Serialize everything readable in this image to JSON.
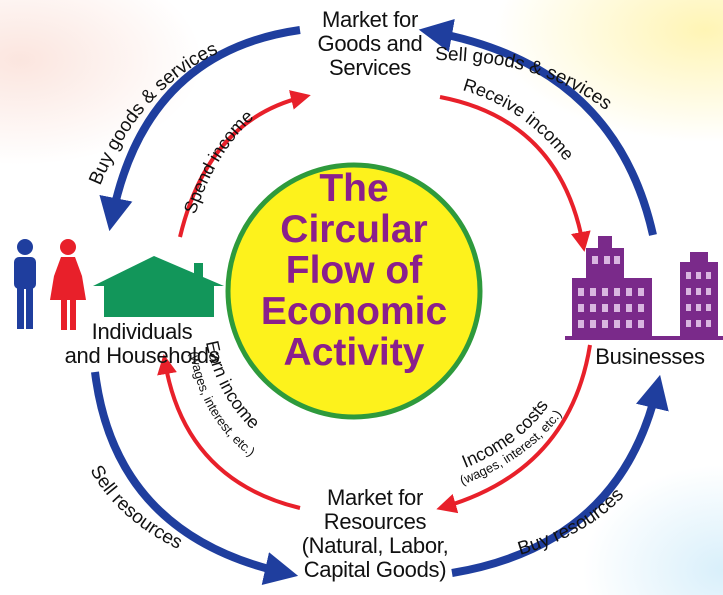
{
  "diagram": {
    "title_lines": [
      "The",
      "Circular",
      "Flow of",
      "Economic",
      "Activity"
    ],
    "nodes": {
      "goods_market": [
        "Market for",
        "Goods and",
        "Services"
      ],
      "households": [
        "Individuals",
        "and Households"
      ],
      "businesses": [
        "Businesses"
      ],
      "resource_market": [
        "Market for",
        "Resources",
        "(Natural, Labor,",
        "Capital Goods)"
      ]
    },
    "arrows": {
      "buy_goods": "Buy goods & services",
      "sell_goods": "Sell goods & services",
      "spend_income": "Spend income",
      "receive_income": "Receive income",
      "earn_income": "Earn income",
      "earn_income_note": "(wages, interest, etc.)",
      "income_costs": "Income costs",
      "income_costs_note": "(wages, interest, etc.)",
      "sell_resources": "Sell resources",
      "buy_resources": "Buy resources"
    },
    "colors": {
      "outer_arrow": "#1f3e9e",
      "inner_arrow": "#e8202a",
      "center_fill": "#fdf21c",
      "center_stroke": "#2e9a3c",
      "title_text": "#8a1f8c",
      "house": "#12965a",
      "person_male": "#1f3e9e",
      "person_female": "#e8202a",
      "building": "#7a2a8a"
    },
    "icons": [
      "male-person-icon",
      "female-person-icon",
      "house-icon",
      "office-buildings-icon"
    ]
  }
}
